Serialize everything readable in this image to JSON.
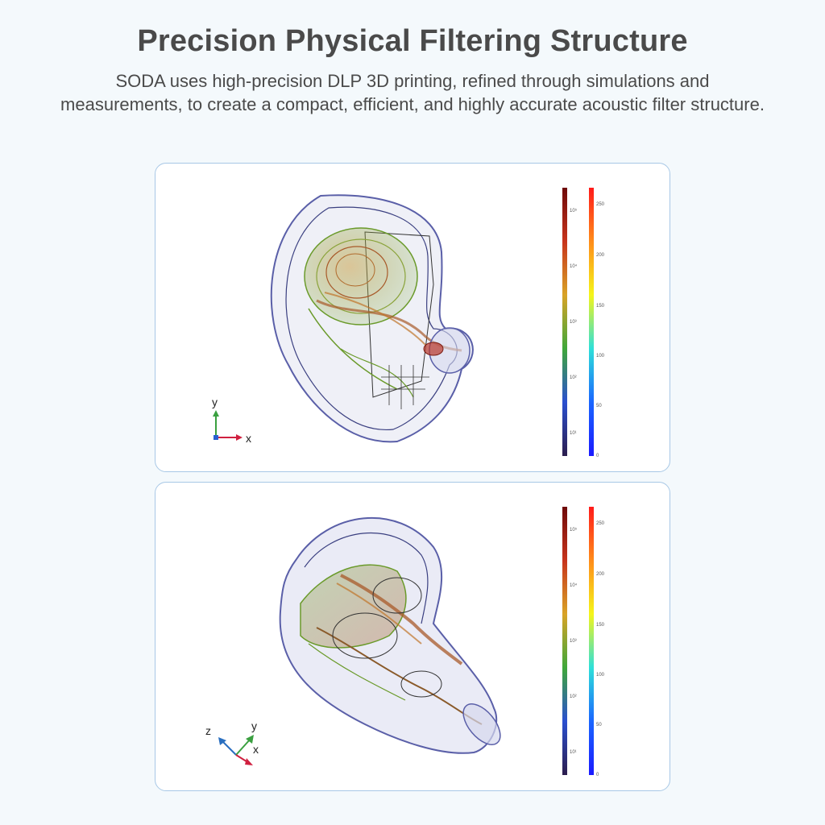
{
  "header": {
    "title": "Precision Physical Filtering Structure",
    "subtitle": "SODA uses high-precision DLP 3D printing, refined through simulations and measurements, to create a compact, efficient, and highly accurate acoustic filter structure."
  },
  "panel1": {
    "axes": {
      "a": "y",
      "b": "x"
    },
    "scale_left": [
      "10⁵",
      "10⁴",
      "10³",
      "10²",
      "10¹"
    ],
    "scale_right": [
      "250",
      "200",
      "150",
      "100",
      "50",
      "0"
    ]
  },
  "panel2": {
    "axes": {
      "a": "z",
      "b": "y",
      "c": "x"
    },
    "scale_left": [
      "10⁵",
      "10⁴",
      "10³",
      "10²",
      "10¹"
    ],
    "scale_right": [
      "250",
      "200",
      "150",
      "100",
      "50",
      "0"
    ]
  },
  "colors": {
    "shell": "#5a5fa8",
    "stream_green": "#6a9a2a",
    "stream_brown": "#a85a2a",
    "accent_border": "#a8c8e6"
  }
}
